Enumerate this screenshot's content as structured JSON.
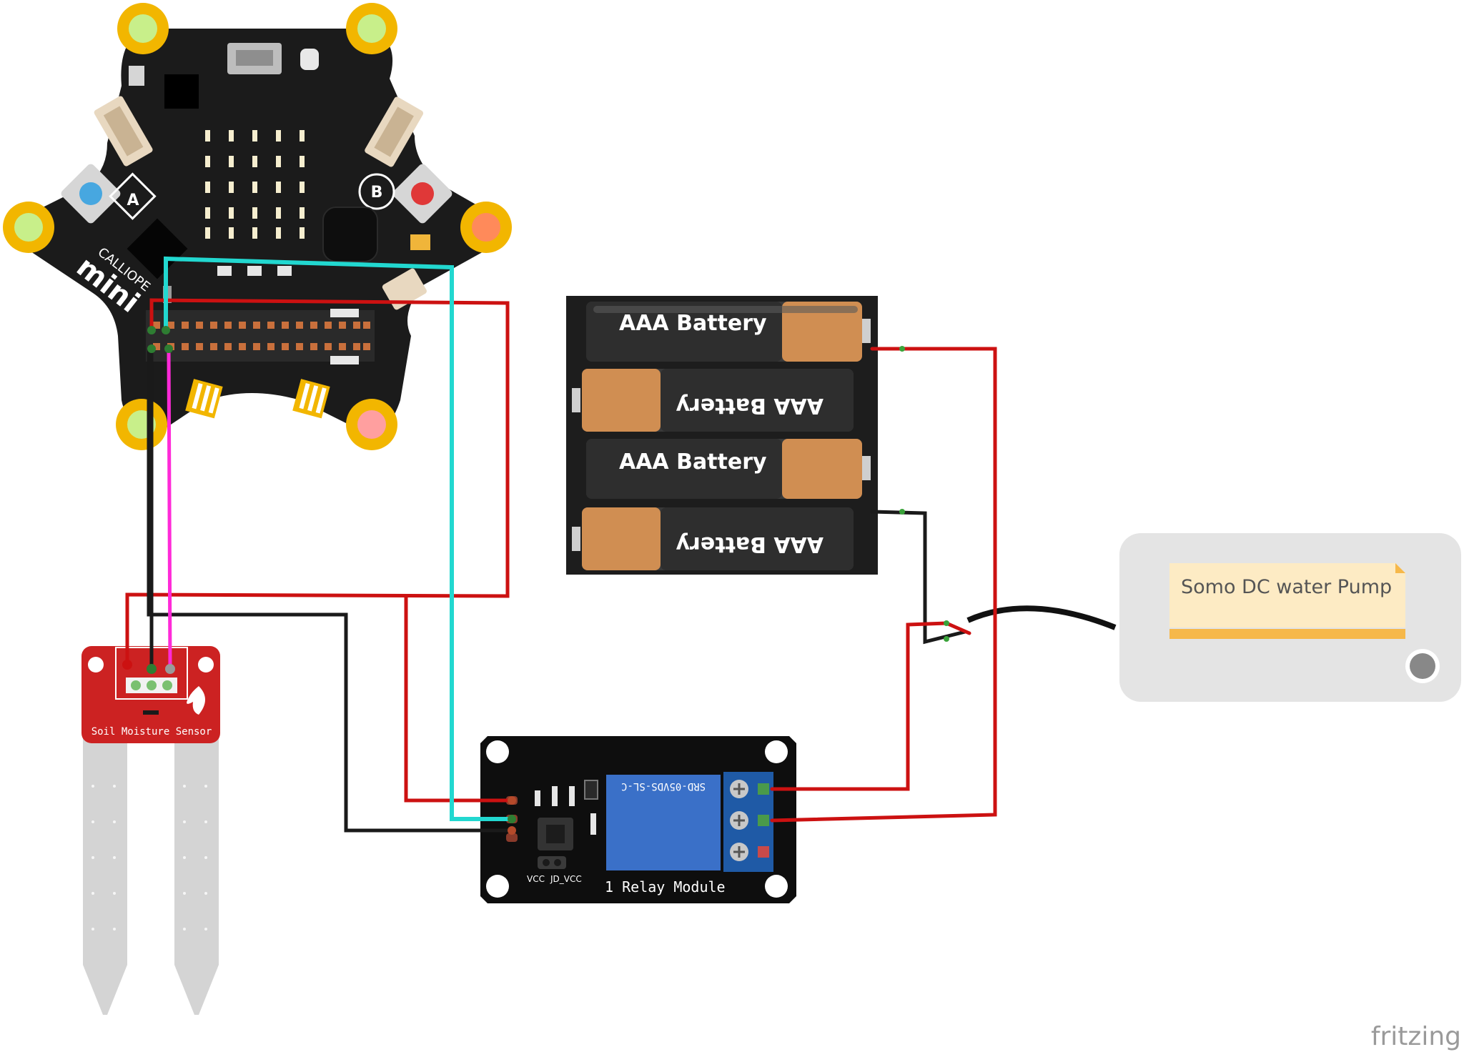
{
  "colors": {
    "board": "#1b1b1b",
    "pad_ring": "#f2b600",
    "pad_green": "#c8ef8a",
    "pad_orange": "#ff8a5a",
    "pad_pink": "#ff9f9f",
    "sensor_red": "#cc2222",
    "probe_grey": "#d4d4d4",
    "relay_blue": "#3a70c8",
    "battery_copper": "#d08e52",
    "wire_red": "#cc1111",
    "wire_black": "#1a1a1a",
    "wire_cyan": "#22d8d0",
    "wire_magenta": "#ff2ad8",
    "note_yellow": "#fdebc4",
    "note_band": "#f6b84a",
    "pump_grey": "#e4e4e4"
  },
  "board": {
    "button_a": "A",
    "button_b": "B",
    "brand_top": "CALLIOPE",
    "brand_main": "mini"
  },
  "batteries": {
    "label": "AAA Battery"
  },
  "sensor": {
    "label": "Soil Moisture Sensor"
  },
  "relay": {
    "label": "1 Relay Module",
    "chip_label": "SRD-05VDS-SL-C",
    "jumper_vcc": "VCC",
    "jumper_jdvcc": "JD_VCC"
  },
  "pump": {
    "label": "Somo DC water Pump"
  },
  "watermark": "fritzing"
}
